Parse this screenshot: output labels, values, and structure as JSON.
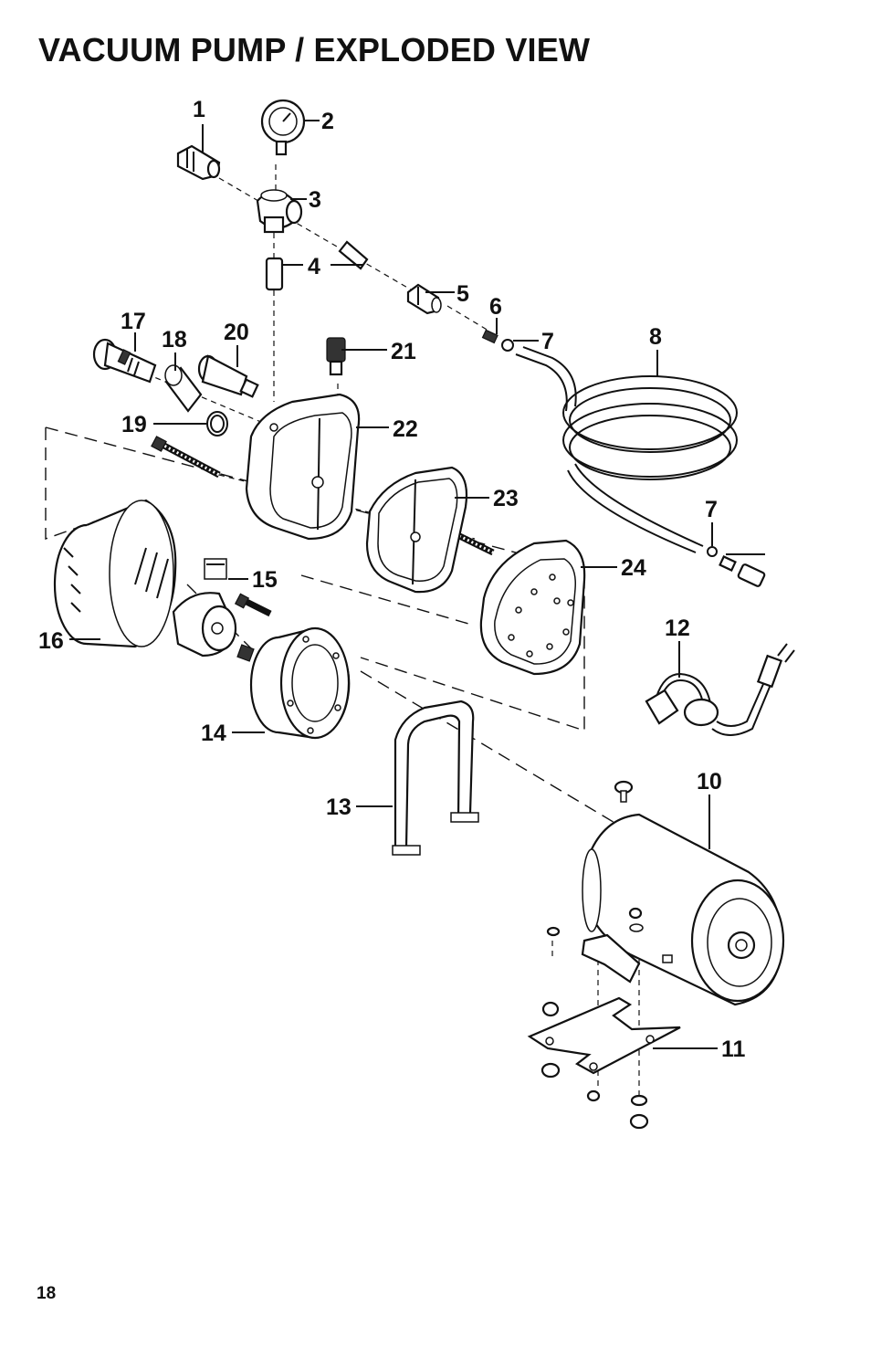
{
  "page": {
    "title": "VACUUM PUMP / EXPLODED VIEW",
    "page_number": "18"
  },
  "callouts": {
    "c1": "1",
    "c2": "2",
    "c3": "3",
    "c4": "4",
    "c5": "5",
    "c6": "6",
    "c7a": "7",
    "c7b": "7",
    "c8": "8",
    "c10": "10",
    "c11": "11",
    "c12": "12",
    "c13": "13",
    "c14": "14",
    "c15": "15",
    "c16": "16",
    "c17": "17",
    "c18": "18",
    "c19": "19",
    "c20": "20",
    "c21": "21",
    "c22": "22",
    "c23": "23",
    "c24": "24"
  }
}
